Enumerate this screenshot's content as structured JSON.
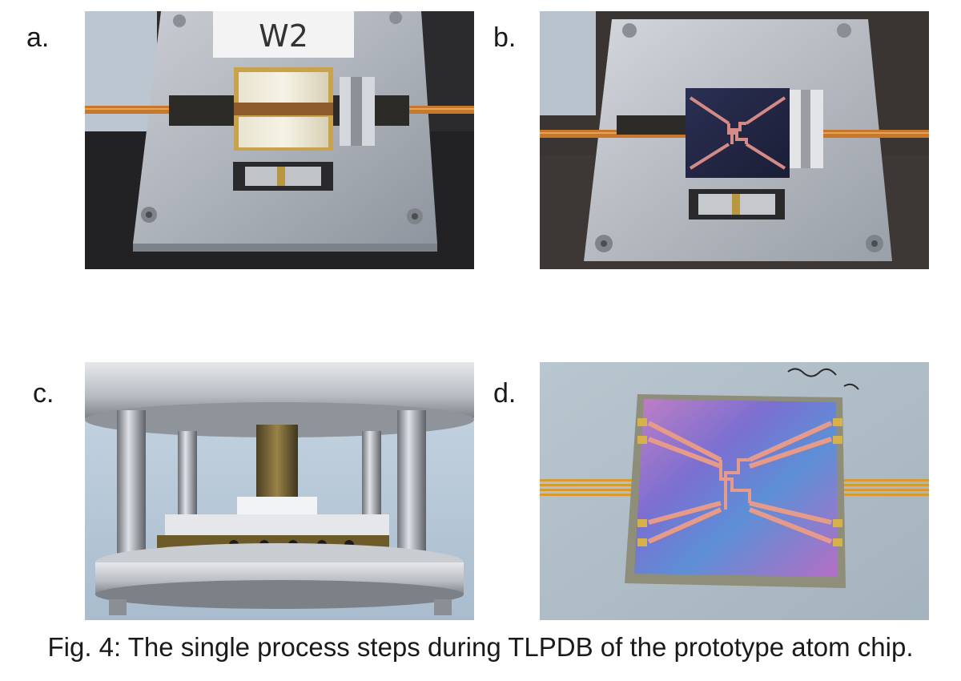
{
  "panels": [
    {
      "letter": "a.",
      "label_text": "W2"
    },
    {
      "letter": "b."
    },
    {
      "letter": "c."
    },
    {
      "letter": "d."
    }
  ],
  "caption": "Fig. 4: The single process steps during TLPDB of the prototype atom chip."
}
